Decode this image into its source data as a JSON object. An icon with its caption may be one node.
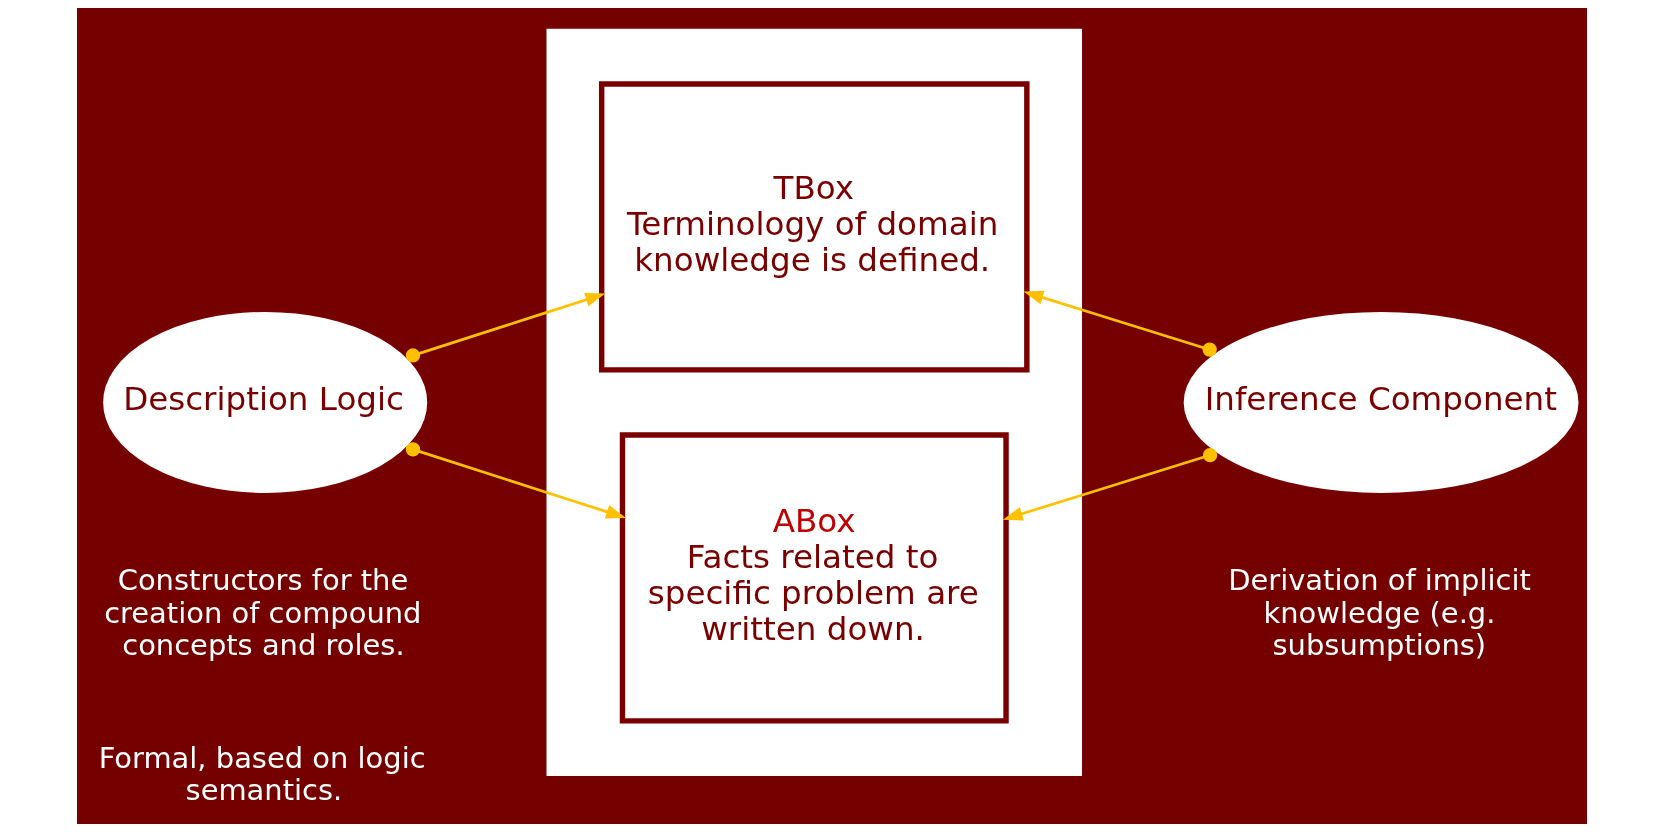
{
  "diagram": {
    "nodes": [
      {
        "text": [],
        "shape": "box"
      },
      {
        "text": [
          "TBox",
          "Terminology of domain knowledge is defined."
        ],
        "in": 0
      },
      {
        "text": [
          "ABox",
          "Facts related to specific problem are written down."
        ],
        "in": 0
      },
      {
        "text": [
          "Description Logic"
        ],
        "beside": [
          "Constructors for the creation of compound concepts and roles.",
          "Formal, based on logic semantics."
        ]
      },
      {
        "text": [
          "Inference Component"
        ],
        "beside": [
          "Derivation of implicit knowledge (e.g. subsumptions)"
        ]
      }
    ],
    "edges": [
      {
        "from": 3,
        "to": 1,
        "arrow": "to"
      },
      {
        "from": 3,
        "to": 2,
        "arrow": "to"
      },
      {
        "from": 4,
        "to": 1,
        "arrow": "to"
      },
      {
        "from": 4,
        "to": 2,
        "arrow": "to"
      }
    ]
  }
}
